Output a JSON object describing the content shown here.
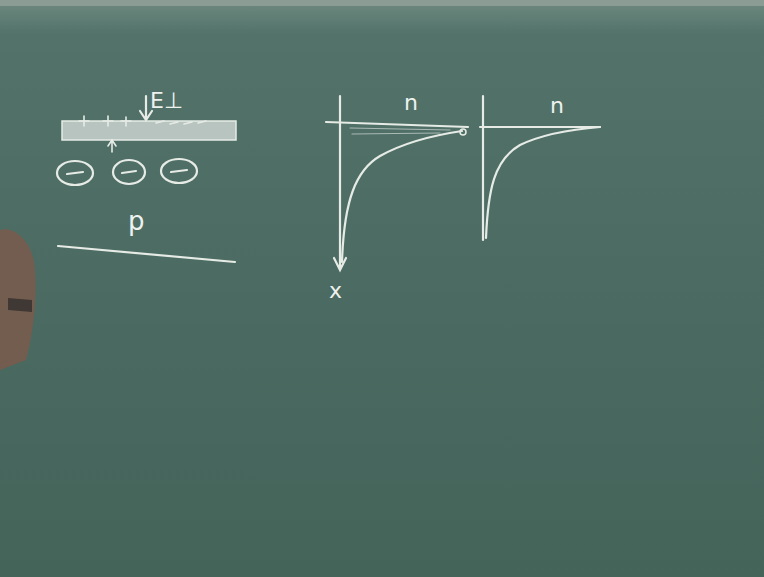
{
  "diagram": {
    "labels": [
      "E⊥",
      "n",
      "n",
      "p",
      "x"
    ]
  }
}
